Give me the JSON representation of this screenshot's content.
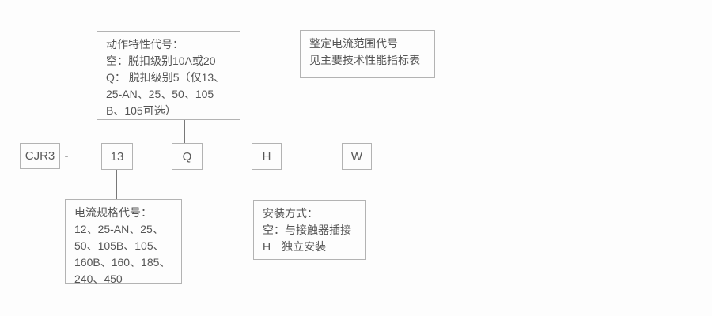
{
  "diagram": {
    "model_row": {
      "prefix": "CJR3",
      "separator": "-",
      "codes": [
        "13",
        "Q",
        "H",
        "W"
      ]
    },
    "callouts": {
      "action_characteristic": {
        "lines": {
          "0": "动作特性代号：",
          "1": "空：脱扣级别10A或20",
          "2": "Q： 脱扣级别5（仅13、",
          "3": "25-AN、25、50、105",
          "4": "B、105可选）"
        }
      },
      "current_range": {
        "lines": {
          "0": "整定电流范围代号",
          "1": "见主要技术性能指标表"
        }
      },
      "current_spec": {
        "lines": {
          "0": "电流规格代号：",
          "1": "12、25-AN、25、",
          "2": "50、105B、105、",
          "3": "160B、160、185、",
          "4": "240、450"
        }
      },
      "mounting": {
        "lines": {
          "0": "安装方式：",
          "1": "空：与接触器插接",
          "2": "H　独立安装"
        }
      }
    },
    "colors": {
      "border": "#b3b3b3",
      "text": "#555555",
      "connector": "#787878",
      "background": "#fdfdfd"
    }
  }
}
